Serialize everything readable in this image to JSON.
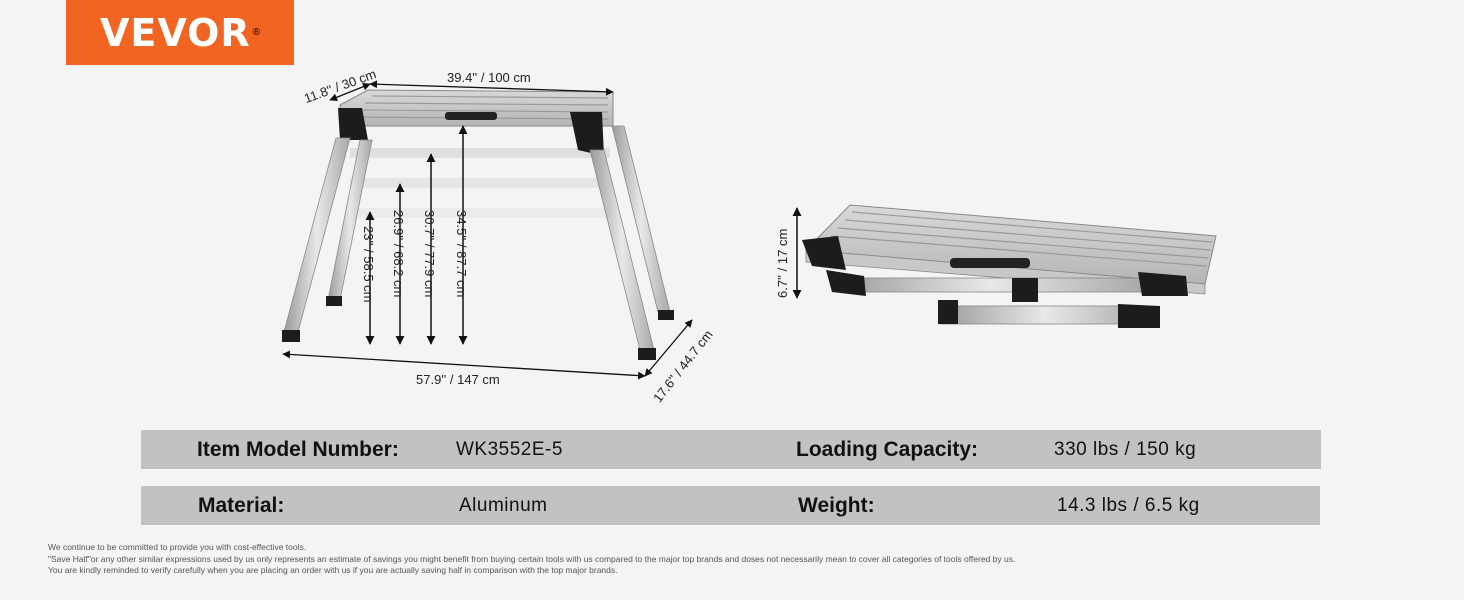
{
  "brand": {
    "name": "VEVOR",
    "mark": "®",
    "color": "#f26422"
  },
  "dimensions": {
    "top_width": "39.4'' / 100 cm",
    "top_depth": "11.8'' / 30 cm",
    "base_width": "57.9'' / 147 cm",
    "base_depth": "17.6'' / 44.7 cm",
    "heights": [
      "23'' / 58.5 cm",
      "26.9'' / 68.2 cm",
      "30.7'' / 77.9 cm",
      "34.5'' / 87.7 cm"
    ],
    "folded_height": "6.7'' / 17 cm"
  },
  "specs": {
    "model_label": "Item Model Number:",
    "model_value": "WK3552E-5",
    "capacity_label": "Loading Capacity:",
    "capacity_value": "330 lbs / 150 kg",
    "material_label": "Material:",
    "material_value": "Aluminum",
    "weight_label": "Weight:",
    "weight_value": "14.3 lbs / 6.5 kg"
  },
  "disclaimer": [
    "We continue to be committed to provide you with cost-effective tools.",
    "\"Save Half\"or any other similar expressions used by us only represents an estimate of savings you might benefit from buying certain tools with us compared to the major top brands and doses not necessarily mean to cover all categories of tools offered by us.",
    "You are kindly reminded to verify carefully when you are placing an order with us if you are actually saving half in comparison with the top major brands."
  ]
}
